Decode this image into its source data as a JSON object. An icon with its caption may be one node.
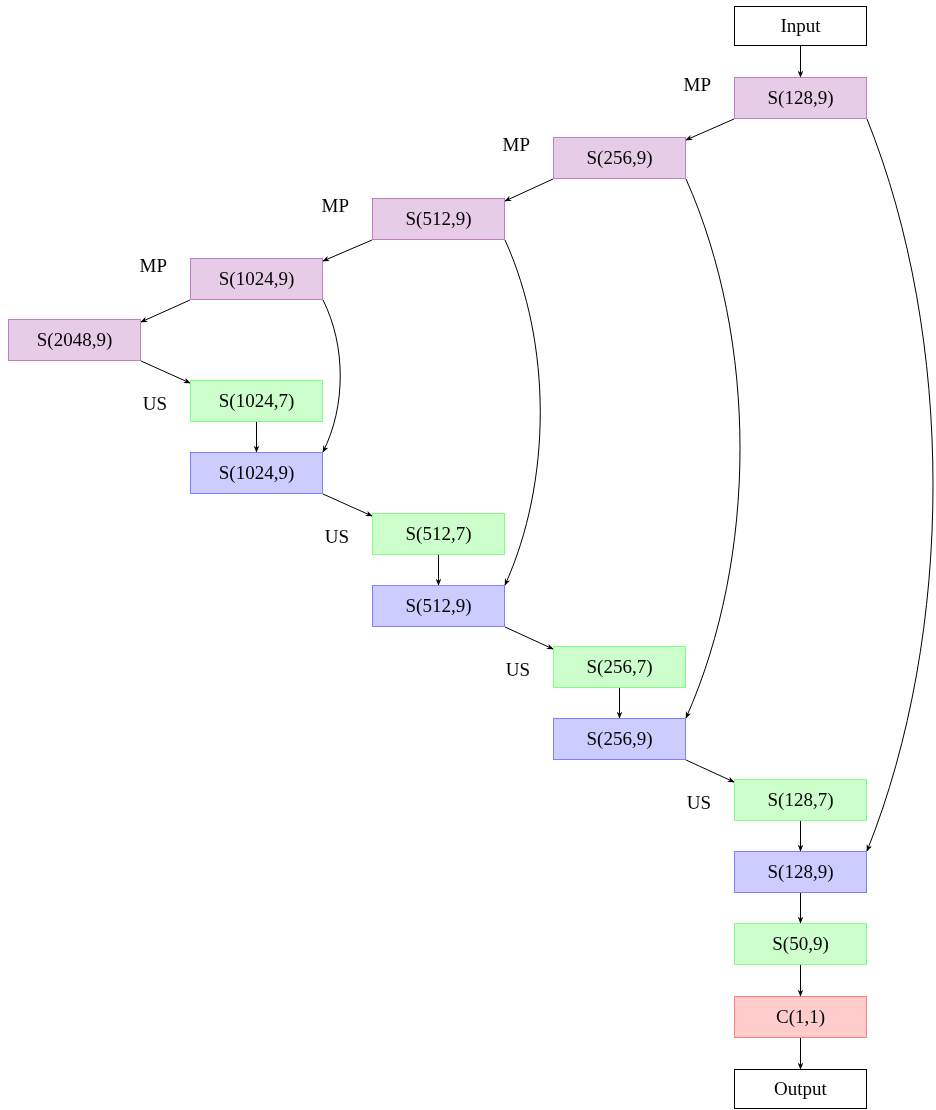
{
  "diagram": {
    "nodes": [
      {
        "text": [
          "Input"
        ]
      },
      {
        "text": [
          "S(128,9)"
        ],
        "beside": [
          "MP"
        ]
      },
      {
        "text": [
          "S(256,9)"
        ],
        "beside": [
          "MP"
        ]
      },
      {
        "text": [
          "S(512,9)"
        ],
        "beside": [
          "MP"
        ]
      },
      {
        "text": [
          "S(1024,9)"
        ],
        "beside": [
          "MP"
        ]
      },
      {
        "text": [
          "S(2048,9)"
        ]
      },
      {
        "text": [
          "S(1024,7)"
        ],
        "beside": [
          "US"
        ]
      },
      {
        "text": [
          "S(1024,9)"
        ]
      },
      {
        "text": [
          "S(512,7)"
        ],
        "beside": [
          "US"
        ]
      },
      {
        "text": [
          "S(512,9)"
        ]
      },
      {
        "text": [
          "S(256,7)"
        ],
        "beside": [
          "US"
        ]
      },
      {
        "text": [
          "S(256,9)"
        ]
      },
      {
        "text": [
          "S(128,7)"
        ],
        "beside": [
          "US"
        ]
      },
      {
        "text": [
          "S(128,9)"
        ]
      },
      {
        "text": [
          "S(50,9)"
        ]
      },
      {
        "text": [
          "C(1,1)"
        ]
      },
      {
        "text": [
          "Output"
        ]
      }
    ],
    "edges": [
      {
        "from": 0,
        "to": 1,
        "arrow": "to"
      },
      {
        "from": 1,
        "to": 2,
        "arrow": "to"
      },
      {
        "from": 2,
        "to": 3,
        "arrow": "to"
      },
      {
        "from": 3,
        "to": 4,
        "arrow": "to"
      },
      {
        "from": 4,
        "to": 5,
        "arrow": "to"
      },
      {
        "from": 5,
        "to": 6,
        "arrow": "to"
      },
      {
        "from": 6,
        "to": 7,
        "arrow": "to"
      },
      {
        "from": 4,
        "to": 7,
        "arrow": "to"
      },
      {
        "from": 7,
        "to": 8,
        "arrow": "to"
      },
      {
        "from": 8,
        "to": 9,
        "arrow": "to"
      },
      {
        "from": 3,
        "to": 9,
        "arrow": "to"
      },
      {
        "from": 9,
        "to": 10,
        "arrow": "to"
      },
      {
        "from": 10,
        "to": 11,
        "arrow": "to"
      },
      {
        "from": 2,
        "to": 11,
        "arrow": "to"
      },
      {
        "from": 11,
        "to": 12,
        "arrow": "to"
      },
      {
        "from": 12,
        "to": 13,
        "arrow": "to"
      },
      {
        "from": 1,
        "to": 13,
        "arrow": "to"
      },
      {
        "from": 13,
        "to": 14,
        "arrow": "to"
      },
      {
        "from": 14,
        "to": 15,
        "arrow": "to"
      },
      {
        "from": 15,
        "to": 16,
        "arrow": "to"
      }
    ]
  }
}
